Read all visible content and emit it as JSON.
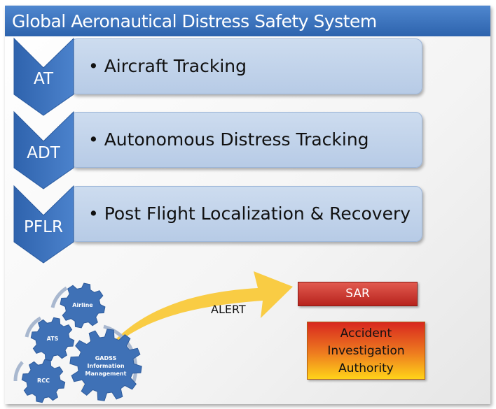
{
  "title": "Global Aeronautical Distress Safety System",
  "rows": [
    {
      "abbr": "AT",
      "text": "• Aircraft Tracking"
    },
    {
      "abbr": "ADT",
      "text": "• Autonomous Distress Tracking"
    },
    {
      "abbr": "PFLR",
      "text": "• Post Flight Localization & Recovery"
    }
  ],
  "gears": {
    "airline": "Airline",
    "ats": "ATS",
    "rcc": "RCC",
    "gadss": [
      "GADSS",
      "Information",
      "Management"
    ]
  },
  "arrow_label": "ALERT",
  "sar": "SAR",
  "authority": [
    "Accident",
    "Investigation",
    "Authority"
  ],
  "colors": {
    "blue": "#3c6fb8",
    "box": "#c4d5ec",
    "arrow": "#f9c93a"
  }
}
